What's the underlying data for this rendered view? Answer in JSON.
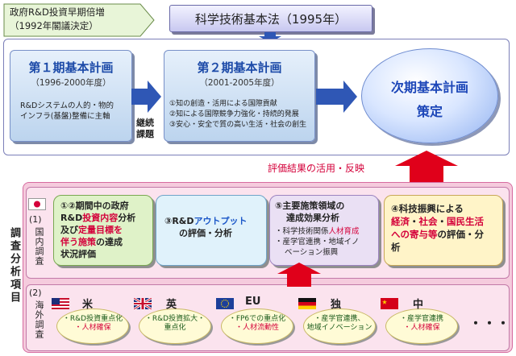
{
  "top": {
    "doubling_line1": "政府R&D投資早期倍増",
    "doubling_line2": "（1992年閣議決定）",
    "basic_law": "科学技術基本法（1995年）"
  },
  "plans": {
    "first": {
      "title": "第１期基本計画",
      "years": "（1996-2000年度）",
      "body_line1": "R&Dシステムの人的・物的",
      "body_line2": "インフラ(基盤)整備に主軸"
    },
    "continuing": {
      "line1": "継続",
      "line2": "課題"
    },
    "second": {
      "title": "第２期基本計画",
      "years": "（2001-2005年度）",
      "item1": "①知の創造・活用による国際貢献",
      "item2": "②知による国際競争力強化・持続的発展",
      "item3": "③安心・安全で質の高い生活・社会の創生"
    },
    "next": {
      "line1": "次期基本計画",
      "line2": "策定"
    }
  },
  "feedback_label": "評価結果の活用・反映",
  "survey": {
    "vertical_title": "調査分析項目",
    "domestic_label_num": "(1)",
    "domestic_label_text": "国内調査",
    "overseas_label_num": "(2)",
    "overseas_label_text": "海外調査",
    "box1": {
      "l1": "①②期間中の政府",
      "l2a": "R&D",
      "l2b": "投資内容",
      "l2c": "分析",
      "l3a": "及び",
      "l3b": "定量目標を",
      "l4a": "伴う施策",
      "l4b": "の達成",
      "l5": "状況評価"
    },
    "box3": {
      "l1a": "③R&D",
      "l1b": "アウトプット",
      "l2": "の評価・分析"
    },
    "box5": {
      "l1": "⑤主要施策領域の",
      "l2": "達成効果分析",
      "l3a": "・科学技術関係",
      "l3b": "人材育成",
      "l4": "・産学官連携・地域イノ",
      "l5": "ベーション振興"
    },
    "box4": {
      "l1": "④科技振興による",
      "l2a": "経済",
      "l2b": "・",
      "l2c": "社会",
      "l2d": "・",
      "l2e": "国民生活",
      "l3a": "への寄与等",
      "l3b": "の評価・分",
      "l4": "析"
    },
    "countries": [
      {
        "name": "米",
        "items": [
          "・R&D投資重点化",
          "・人材確保"
        ]
      },
      {
        "name": "英",
        "items": [
          "・R&D投資拡大・",
          "重点化"
        ]
      },
      {
        "name": "EU",
        "items": [
          "・FP6での重点化",
          "・人材流動性"
        ]
      },
      {
        "name": "独",
        "items": [
          "・産学官連携、",
          "地域イノベーション"
        ]
      },
      {
        "name": "中",
        "items": [
          "・産学官連携",
          "・人材確保"
        ]
      }
    ],
    "ellipsis": "・・・"
  },
  "colors": {
    "plan_title": "#1c4aa8",
    "emphasis_red": "#d4003a",
    "emphasis_blue": "#1a56c8",
    "frame_pink": "#f5cbdd",
    "feedback_arrow": "#e0001a"
  }
}
